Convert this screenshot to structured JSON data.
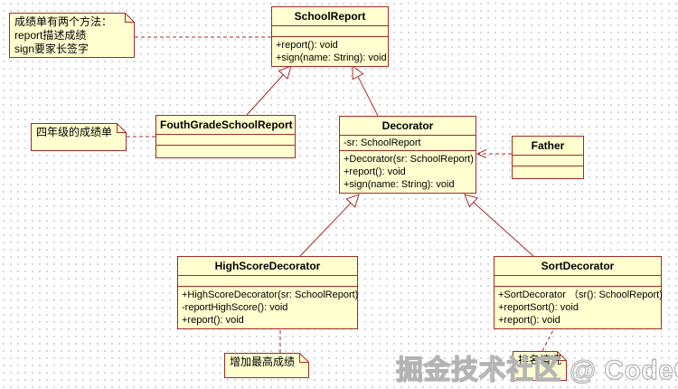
{
  "diagram": {
    "watermark": "掘金技术社区 @ CodeGuru"
  },
  "colors": {
    "box_fill": "#FFFFCF",
    "box_border": "#A52A2A",
    "line": "#A52A2A",
    "watermark_outline": "#B3B3B3"
  },
  "classes": {
    "school_report": {
      "title": "SchoolReport",
      "attributes": [],
      "methods": [
        "+report(): void",
        "+sign(name: String): void"
      ]
    },
    "fouth_grade_school_report": {
      "title": "FouthGradeSchoolReport",
      "attributes": [],
      "methods": []
    },
    "decorator": {
      "title": "Decorator",
      "attributes": [
        "-sr: SchoolReport"
      ],
      "methods": [
        "+Decorator(sr: SchoolReport)",
        "+report(): void",
        "+sign(name: String): void"
      ]
    },
    "father": {
      "title": "Father",
      "attributes": [],
      "methods": []
    },
    "high_score_decorator": {
      "title": "HighScoreDecorator",
      "attributes": [],
      "methods": [
        "+HighScoreDecorator(sr: SchoolReport)",
        "-reportHighScore(): void",
        "+report(): void"
      ]
    },
    "sort_decorator": {
      "title": "SortDecorator",
      "attributes": [],
      "methods": [
        "+SortDecorator （sr(): SchoolReport)",
        "+reportSort(): void",
        "+report(): void"
      ]
    }
  },
  "notes": {
    "school_report_note": {
      "text": "成绩单有两个方法：\nreport描述成绩\nsign要家长签字"
    },
    "fourth_grade_note": {
      "text": "四年级的成绩单"
    },
    "high_score_note": {
      "text": "增加最高成绩"
    },
    "sort_note": {
      "text": "排名情况"
    }
  }
}
